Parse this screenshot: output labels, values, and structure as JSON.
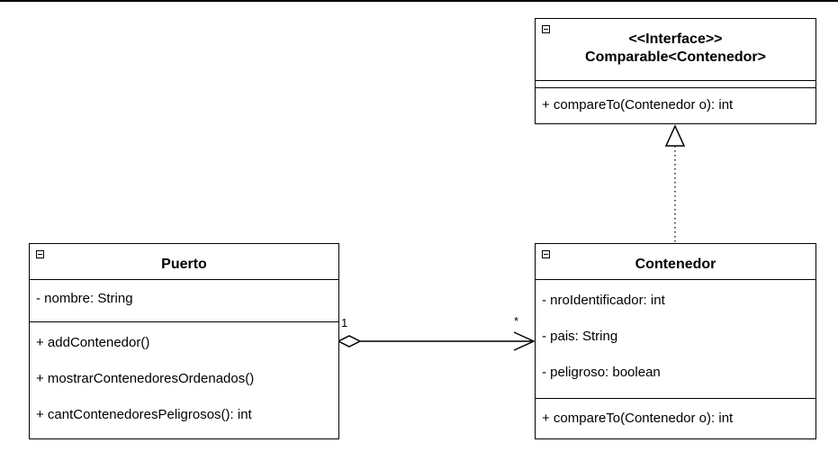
{
  "interface": {
    "stereotype": "<<Interface>>",
    "name": "Comparable<Contenedor>",
    "methods": [
      "+ compareTo(Contenedor o): int"
    ]
  },
  "puerto": {
    "name": "Puerto",
    "attributes": [
      "- nombre: String"
    ],
    "methods": [
      "+ addContenedor()",
      "+ mostrarContenedoresOrdenados()",
      "+ cantContenedoresPeligrosos(): int"
    ]
  },
  "contenedor": {
    "name": "Contenedor",
    "attributes": [
      "- nroIdentificador: int",
      "- pais: String",
      "- peligroso: boolean"
    ],
    "methods": [
      "+ compareTo(Contenedor o): int"
    ]
  },
  "association": {
    "source_multiplicity": "1",
    "target_multiplicity": "*"
  },
  "colors": {
    "stroke": "#000000",
    "fill": "#ffffff"
  }
}
